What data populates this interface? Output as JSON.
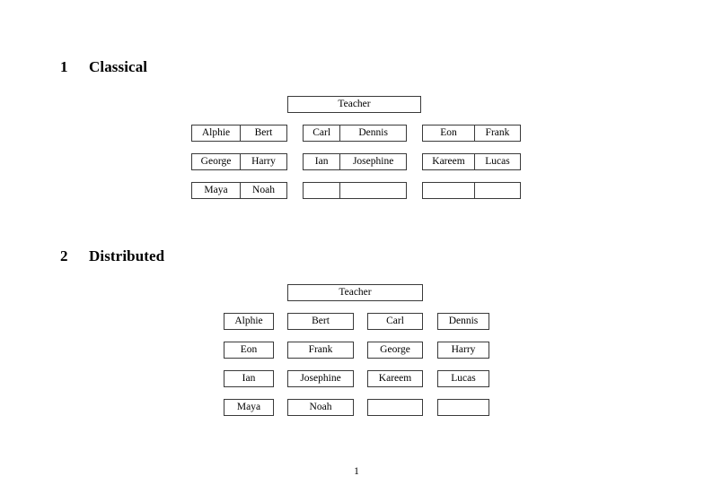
{
  "document": {
    "page_number": "1"
  },
  "sections": [
    {
      "number": "1",
      "title": "Classical",
      "root": {
        "label": "Teacher"
      },
      "groups": [
        {
          "name": "group-left",
          "rows": [
            {
              "cells": [
                {
                  "label": "Alphie"
                },
                {
                  "label": "Bert"
                }
              ]
            },
            {
              "cells": [
                {
                  "label": "George"
                },
                {
                  "label": "Harry"
                }
              ]
            },
            {
              "cells": [
                {
                  "label": "Maya"
                },
                {
                  "label": "Noah"
                }
              ]
            }
          ]
        },
        {
          "name": "group-middle",
          "rows": [
            {
              "cells": [
                {
                  "label": "Carl"
                },
                {
                  "label": "Dennis"
                }
              ]
            },
            {
              "cells": [
                {
                  "label": "Ian"
                },
                {
                  "label": "Josephine"
                }
              ]
            },
            {
              "cells": [
                {
                  "label": ""
                },
                {
                  "label": ""
                }
              ]
            }
          ]
        },
        {
          "name": "group-right",
          "rows": [
            {
              "cells": [
                {
                  "label": "Eon"
                },
                {
                  "label": "Frank"
                }
              ]
            },
            {
              "cells": [
                {
                  "label": "Kareem"
                },
                {
                  "label": "Lucas"
                }
              ]
            },
            {
              "cells": [
                {
                  "label": ""
                },
                {
                  "label": ""
                }
              ]
            }
          ]
        }
      ]
    },
    {
      "number": "2",
      "title": "Distributed",
      "root": {
        "label": "Teacher"
      },
      "grid": {
        "rows": [
          {
            "cells": [
              {
                "label": "Alphie"
              },
              {
                "label": "Bert"
              },
              {
                "label": "Carl"
              },
              {
                "label": "Dennis"
              }
            ]
          },
          {
            "cells": [
              {
                "label": "Eon"
              },
              {
                "label": "Frank"
              },
              {
                "label": "George"
              },
              {
                "label": "Harry"
              }
            ]
          },
          {
            "cells": [
              {
                "label": "Ian"
              },
              {
                "label": "Josephine"
              },
              {
                "label": "Kareem"
              },
              {
                "label": "Lucas"
              }
            ]
          },
          {
            "cells": [
              {
                "label": "Maya"
              },
              {
                "label": "Noah"
              },
              {
                "label": ""
              },
              {
                "label": ""
              }
            ]
          }
        ]
      }
    }
  ]
}
